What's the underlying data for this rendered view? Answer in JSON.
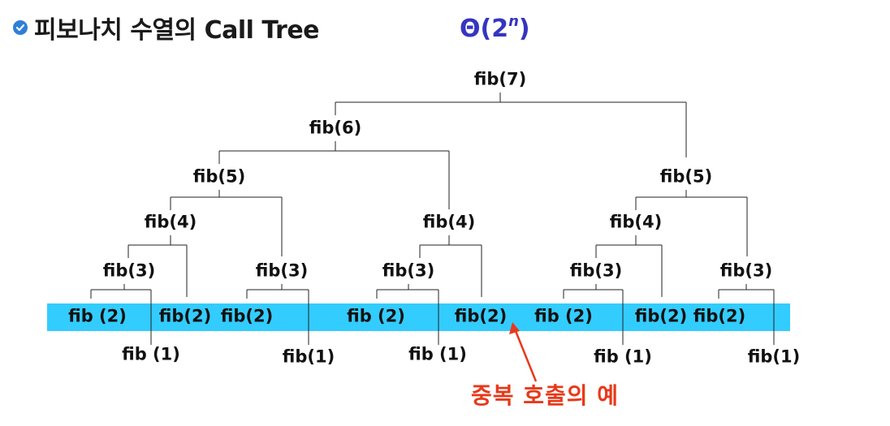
{
  "title": "피보나치 수열의 Call Tree",
  "complexity": {
    "base": "Θ(2",
    "exponent": "n",
    "close": ")"
  },
  "annotation": "중복 호출의 예",
  "colors": {
    "band": "#33ccff",
    "complexity": "#3535c0",
    "annotation": "#e8391a",
    "check": "#2f7fd6"
  },
  "icons": {
    "title_bullet": "check-circle-icon",
    "annotation_pointer": "arrow-icon"
  },
  "tree": {
    "n7": {
      "label": "fib(7)"
    },
    "n6": {
      "label": "fib(6)"
    },
    "n5a": {
      "label": "fib(5)"
    },
    "n5b": {
      "label": "fib(5)"
    },
    "n4a": {
      "label": "fib(4)"
    },
    "n4b": {
      "label": "fib(4)"
    },
    "n4c": {
      "label": "fib(4)"
    },
    "n3a": {
      "label": "fib(3)"
    },
    "n3b": {
      "label": "fib(3)"
    },
    "n3c": {
      "label": "fib(3)"
    },
    "n3d": {
      "label": "fib(3)"
    },
    "n3e": {
      "label": "fib(3)"
    },
    "n2a": {
      "label": "fib (2)"
    },
    "n2b": {
      "label": "fib(2)"
    },
    "n2c": {
      "label": "fib(2)"
    },
    "n2d": {
      "label": "fib (2)"
    },
    "n2e": {
      "label": "fib(2)"
    },
    "n2f": {
      "label": "fib (2)"
    },
    "n2g": {
      "label": "fib(2)"
    },
    "n2h": {
      "label": "fib(2)"
    },
    "n1a": {
      "label": "fib (1)"
    },
    "n1b": {
      "label": "fib(1)"
    },
    "n1c": {
      "label": "fib (1)"
    },
    "n1d": {
      "label": "fib (1)"
    },
    "n1e": {
      "label": "fib(1)"
    }
  }
}
